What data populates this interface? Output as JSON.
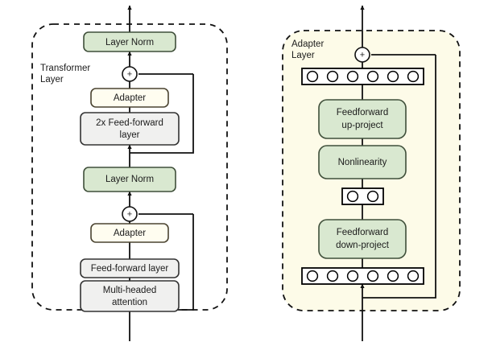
{
  "figure": {
    "type": "architecture-diagram",
    "background": "#ffffff"
  },
  "palette": {
    "green_fill": "#d9e8d0",
    "green_stroke": "#3f4f3a",
    "grey_fill": "#f0f0ef",
    "grey_stroke": "#333333",
    "cream_fill": "#fffdf0",
    "cream_stroke": "#4a4330",
    "panel_fill": "#fdfbe8",
    "dash_stroke": "#111111",
    "line_stroke": "#111111",
    "node_fill": "#ffffff",
    "node_stroke": "#000000",
    "text": "#1b1b1b"
  },
  "left_panel": {
    "name": "transformer-layer-panel",
    "label_line1": "Transformer",
    "label_line2": "Layer",
    "filled": false,
    "blocks": [
      {
        "id": "layer-norm-top",
        "label": "Layer Norm",
        "style": "green",
        "lines": 1
      },
      {
        "id": "adapter-top",
        "label": "Adapter",
        "style": "cream",
        "lines": 1
      },
      {
        "id": "feed-forward-2x",
        "label_line1": "2x Feed-forward",
        "label_line2": "layer",
        "style": "grey",
        "lines": 2
      },
      {
        "id": "layer-norm-bottom",
        "label": "Layer Norm",
        "style": "green",
        "lines": 1
      },
      {
        "id": "adapter-bottom",
        "label": "Adapter",
        "style": "cream",
        "lines": 1
      },
      {
        "id": "feed-forward-layer",
        "label": "Feed-forward layer",
        "style": "grey",
        "lines": 1
      },
      {
        "id": "multi-headed-attention",
        "label_line1": "Multi-headed",
        "label_line2": "attention",
        "style": "grey",
        "lines": 2
      }
    ],
    "junctions": [
      {
        "id": "add-top",
        "symbol": "+"
      },
      {
        "id": "add-bottom",
        "symbol": "+"
      }
    ]
  },
  "right_panel": {
    "name": "adapter-layer-panel",
    "label_line1": "Adapter",
    "label_line2": "Layer",
    "filled": true,
    "blocks": [
      {
        "id": "feedforward-up-project",
        "label_line1": "Feedforward",
        "label_line2": "up-project",
        "style": "green",
        "lines": 2
      },
      {
        "id": "nonlinearity",
        "label": "Nonlinearity",
        "style": "green",
        "lines": 1
      },
      {
        "id": "feedforward-down-project",
        "label_line1": "Feedforward",
        "label_line2": "down-project",
        "style": "green",
        "lines": 2
      }
    ],
    "neuron_rows": [
      {
        "id": "neuron-row-output",
        "count": 6
      },
      {
        "id": "neuron-row-bottleneck",
        "count": 2
      },
      {
        "id": "neuron-row-input",
        "count": 6
      }
    ],
    "junctions": [
      {
        "id": "add-adapter",
        "symbol": "+"
      }
    ]
  }
}
